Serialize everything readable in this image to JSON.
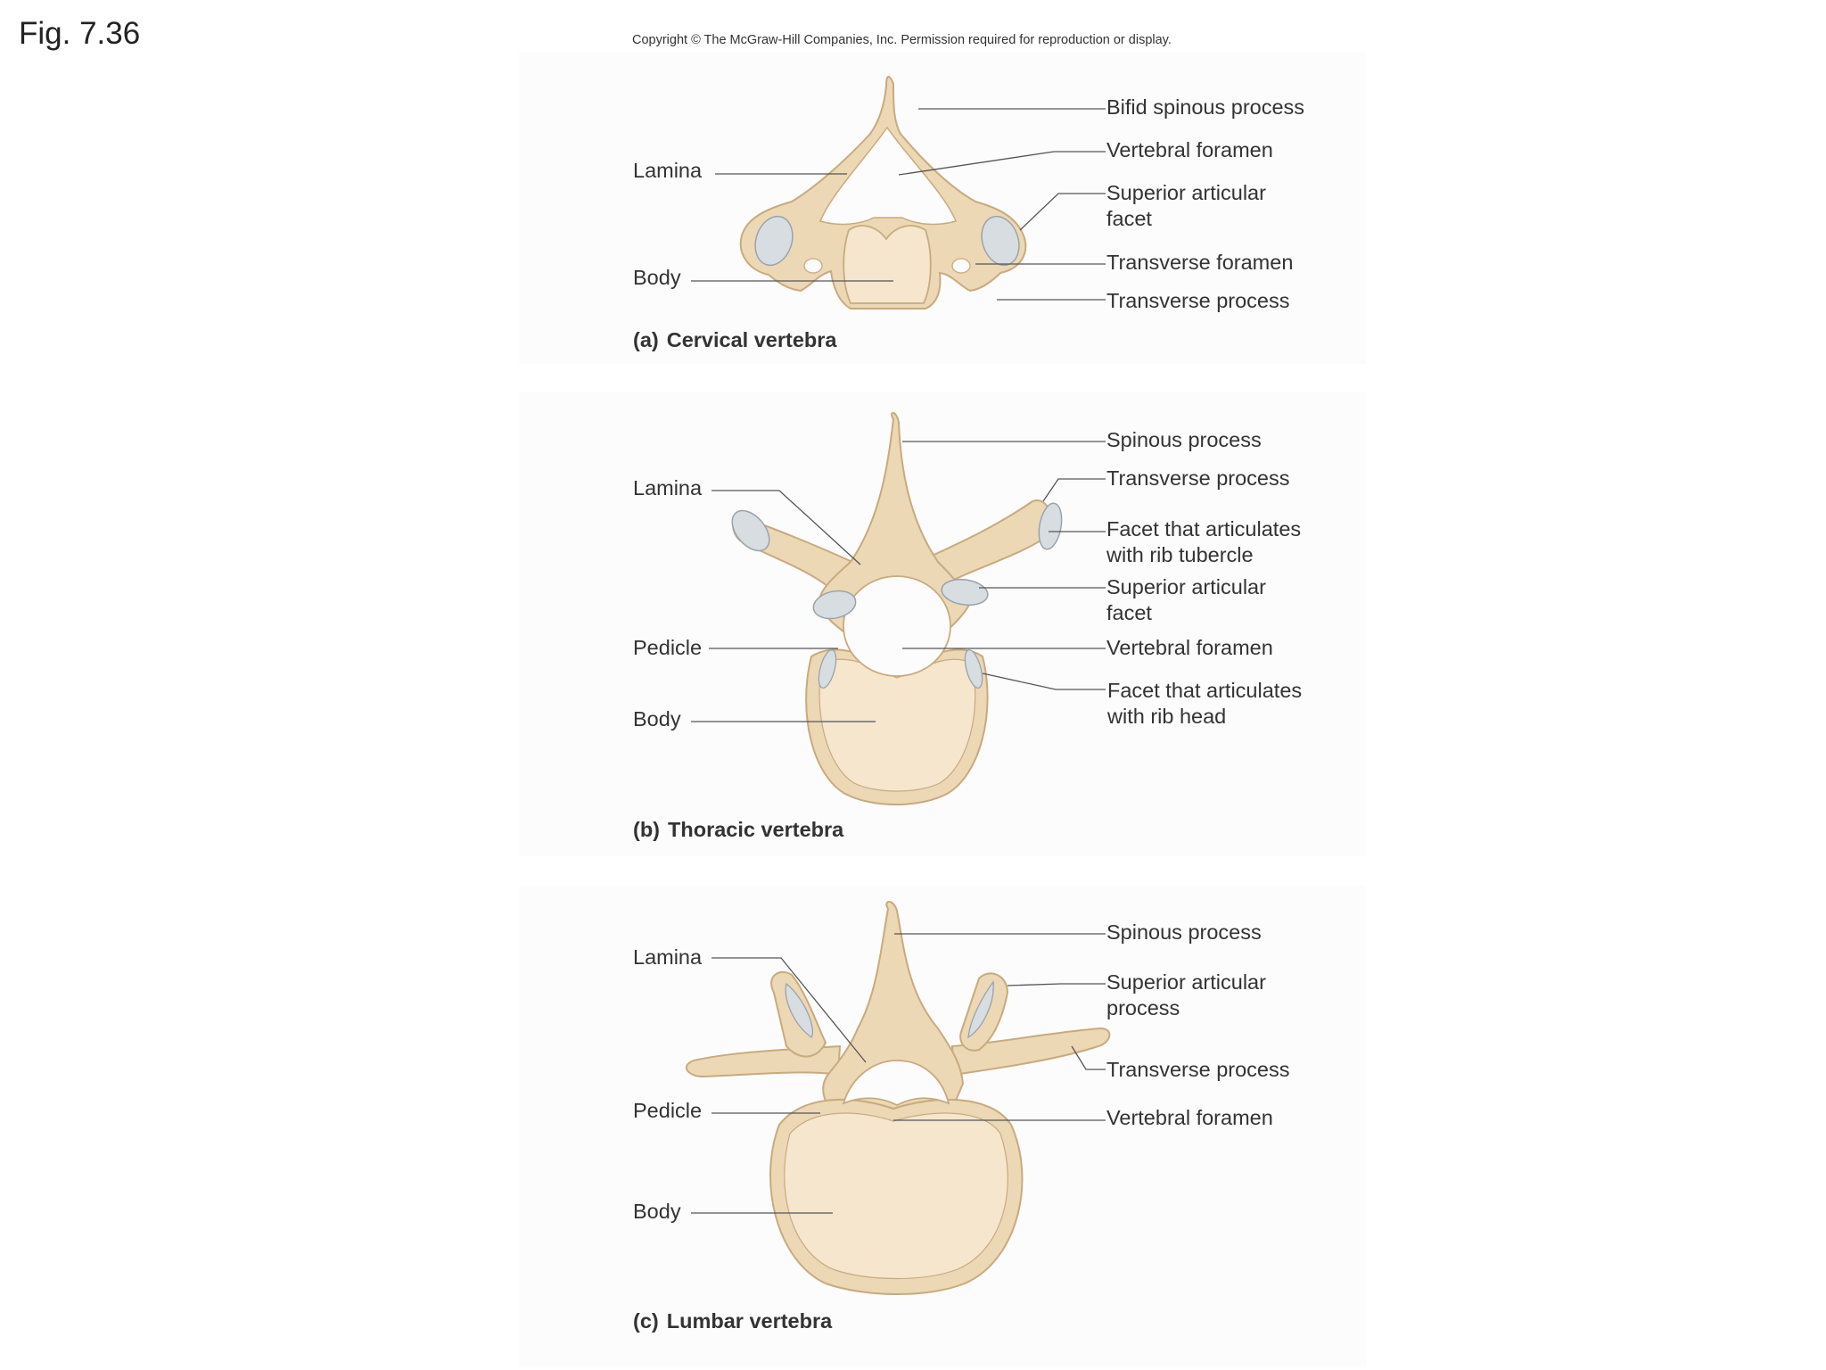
{
  "figure_number": "Fig. 7.36",
  "copyright": "Copyright © The McGraw-Hill Companies, Inc. Permission required for reproduction or display.",
  "colors": {
    "bone": "#ecd8b5",
    "bone_shadow": "#c8aa7f",
    "cancellous": "#f5e6cd",
    "articular_cartilage": "#d8dde2",
    "cervical_region": "#f3d98a",
    "thoracic_region": "#7fb3b8",
    "lumbar_region": "#ee8a6f"
  },
  "panels": {
    "a": {
      "letter": "(a)",
      "title": "Cervical vertebra",
      "labels": {
        "lamina": "Lamina",
        "body": "Body",
        "bifid_spinous_process": "Bifid spinous process",
        "vertebral_foramen": "Vertebral foramen",
        "superior_articular_facet": "Superior articular facet",
        "transverse_foramen": "Transverse foramen",
        "transverse_process": "Transverse process"
      }
    },
    "b": {
      "letter": "(b)",
      "title": "Thoracic vertebra",
      "labels": {
        "lamina": "Lamina",
        "pedicle": "Pedicle",
        "body": "Body",
        "spinous_process": "Spinous process",
        "transverse_process": "Transverse process",
        "rib_tubercle_facet": "Facet that articulates with rib tubercle",
        "superior_articular_facet": "Superior articular facet",
        "vertebral_foramen": "Vertebral foramen",
        "rib_head_facet": "Facet that articulates with rib head"
      }
    },
    "c": {
      "letter": "(c)",
      "title": "Lumbar vertebra",
      "labels": {
        "lamina": "Lamina",
        "pedicle": "Pedicle",
        "body": "Body",
        "spinous_process": "Spinous process",
        "superior_articular_process": "Superior articular process",
        "transverse_process": "Transverse process",
        "vertebral_foramen": "Vertebral foramen"
      }
    }
  }
}
